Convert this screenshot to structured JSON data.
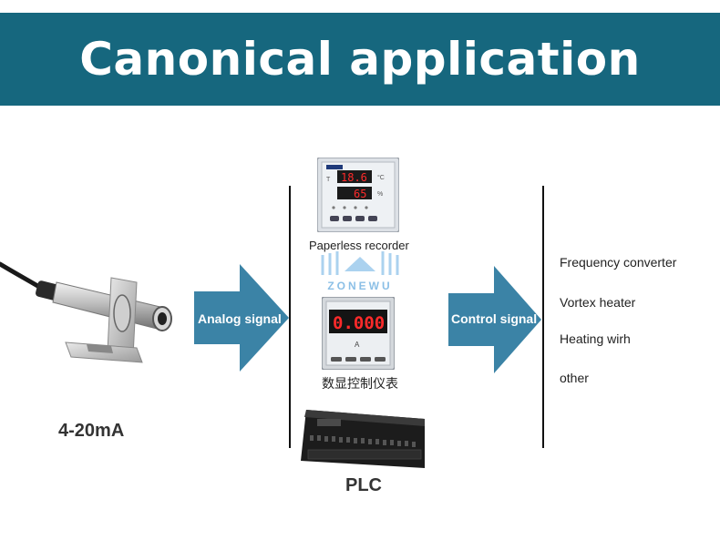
{
  "banner": {
    "title": "Canonical application"
  },
  "sensor": {
    "label": "4-20mA"
  },
  "arrows": {
    "analog": "Analog signal",
    "control": "Control signal"
  },
  "devices": {
    "recorder": {
      "label": "Paperless recorder",
      "screen_top": "18.6",
      "screen_bottom": "65"
    },
    "watermark": "ZONEWU",
    "display_controller": {
      "label": "数显控制仪表",
      "digits": "0.000"
    },
    "plc": {
      "label": "PLC"
    }
  },
  "outputs": [
    "Frequency converter",
    "Vortex heater",
    "Heating wirh",
    "other"
  ],
  "colors": {
    "banner": "#16677e",
    "arrow": "#3b83a6",
    "led_red": "#ff2a2a"
  }
}
